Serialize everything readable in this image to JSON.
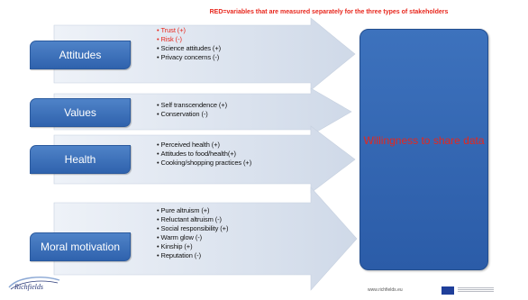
{
  "note": "RED=variables that are measured separately for the three types of stakeholders",
  "factors": [
    {
      "label": "Attitudes",
      "items": [
        {
          "text": "Trust (+)",
          "red": true
        },
        {
          "text": "Risk (-)",
          "red": true
        },
        {
          "text": "Science attitudes (+)",
          "red": false
        },
        {
          "text": "Privacy concerns (-)",
          "red": false
        }
      ]
    },
    {
      "label": "Values",
      "items": [
        {
          "text": "Self transcendence (+)",
          "red": false
        },
        {
          "text": "Conservation (-)",
          "red": false
        }
      ]
    },
    {
      "label": "Health",
      "items": [
        {
          "text": "Perceived health (+)",
          "red": false
        },
        {
          "text": "Attitudes to food/health(+)",
          "red": false
        },
        {
          "text": "Cooking/shopping practices (+)",
          "red": false
        }
      ]
    },
    {
      "label": "Moral motivation",
      "items": [
        {
          "text": "Pure altruism (+)",
          "red": false
        },
        {
          "text": "Reluctant altruism (-)",
          "red": false
        },
        {
          "text": "Social responsibility (+)",
          "red": false
        },
        {
          "text": "Warm glow (-)",
          "red": false
        },
        {
          "text": "Kinship (+)",
          "red": false
        },
        {
          "text": "Reputation (-)",
          "red": false
        }
      ]
    }
  ],
  "target": {
    "label": "Willingness to share data"
  },
  "footer": {
    "logo_text": "Richfields",
    "url": "www.richfields.eu"
  },
  "colors": {
    "box": "#3a6cb5",
    "red_text": "#e8261c",
    "arrow": "#d9e1ee"
  }
}
